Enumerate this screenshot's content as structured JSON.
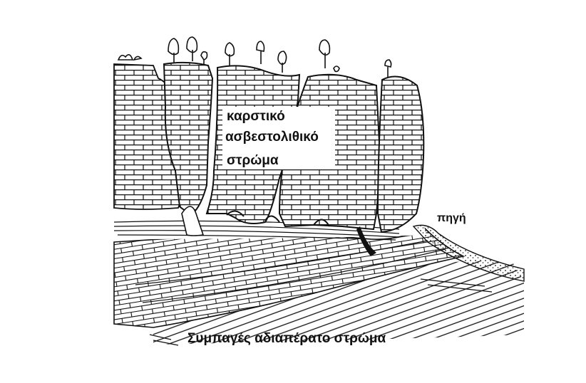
{
  "diagram": {
    "labels": {
      "karst_line1": "καρστικό",
      "karst_line2": "ασβεστολιθικό",
      "karst_line3": "στρώμα",
      "spring": "πηγή",
      "impermeable": "Συμπαγές αδιαπέρατο στρώμα"
    },
    "colors": {
      "ink": "#111111",
      "paper": "#ffffff"
    }
  }
}
